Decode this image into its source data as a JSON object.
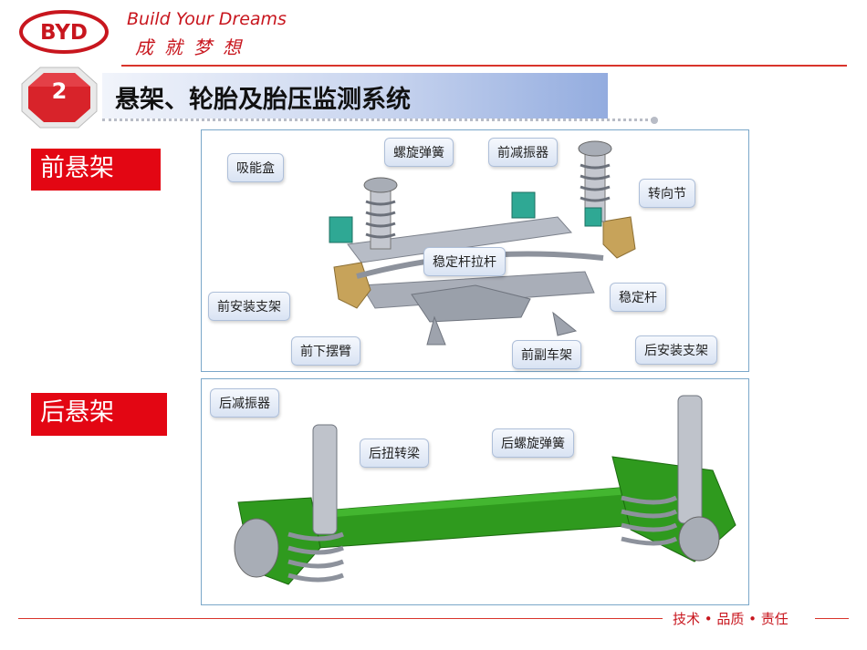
{
  "header": {
    "brand": "BYD",
    "slogan_en": "Build Your Dreams",
    "slogan_cn": "成就梦想"
  },
  "section": {
    "number": "2",
    "title": "悬架、轮胎及胎压监测系统"
  },
  "front": {
    "tag": "前悬架",
    "callouts": {
      "energy_box": "吸能盒",
      "coil_spring": "螺旋弹簧",
      "front_shock": "前减振器",
      "knuckle": "转向节",
      "stabilizer_link": "稳定杆拉杆",
      "front_bracket": "前安装支架",
      "stabilizer_bar": "稳定杆",
      "lower_arm": "前下摆臂",
      "subframe": "前副车架",
      "rear_bracket": "后安装支架"
    }
  },
  "rear": {
    "tag": "后悬架",
    "callouts": {
      "rear_shock": "后减振器",
      "torsion_beam": "后扭转梁",
      "rear_coil_spring": "后螺旋弹簧"
    }
  },
  "footer": {
    "motto": "技术 • 品质 • 责任"
  },
  "colors": {
    "brand_red": "#c8161e",
    "tag_red": "#e30613",
    "title_gradient_end": "#93acdf",
    "panel_border": "#7aa7c9",
    "beam_green": "#2f9a1e"
  },
  "icons": [
    "byd-logo",
    "octagon-badge"
  ]
}
